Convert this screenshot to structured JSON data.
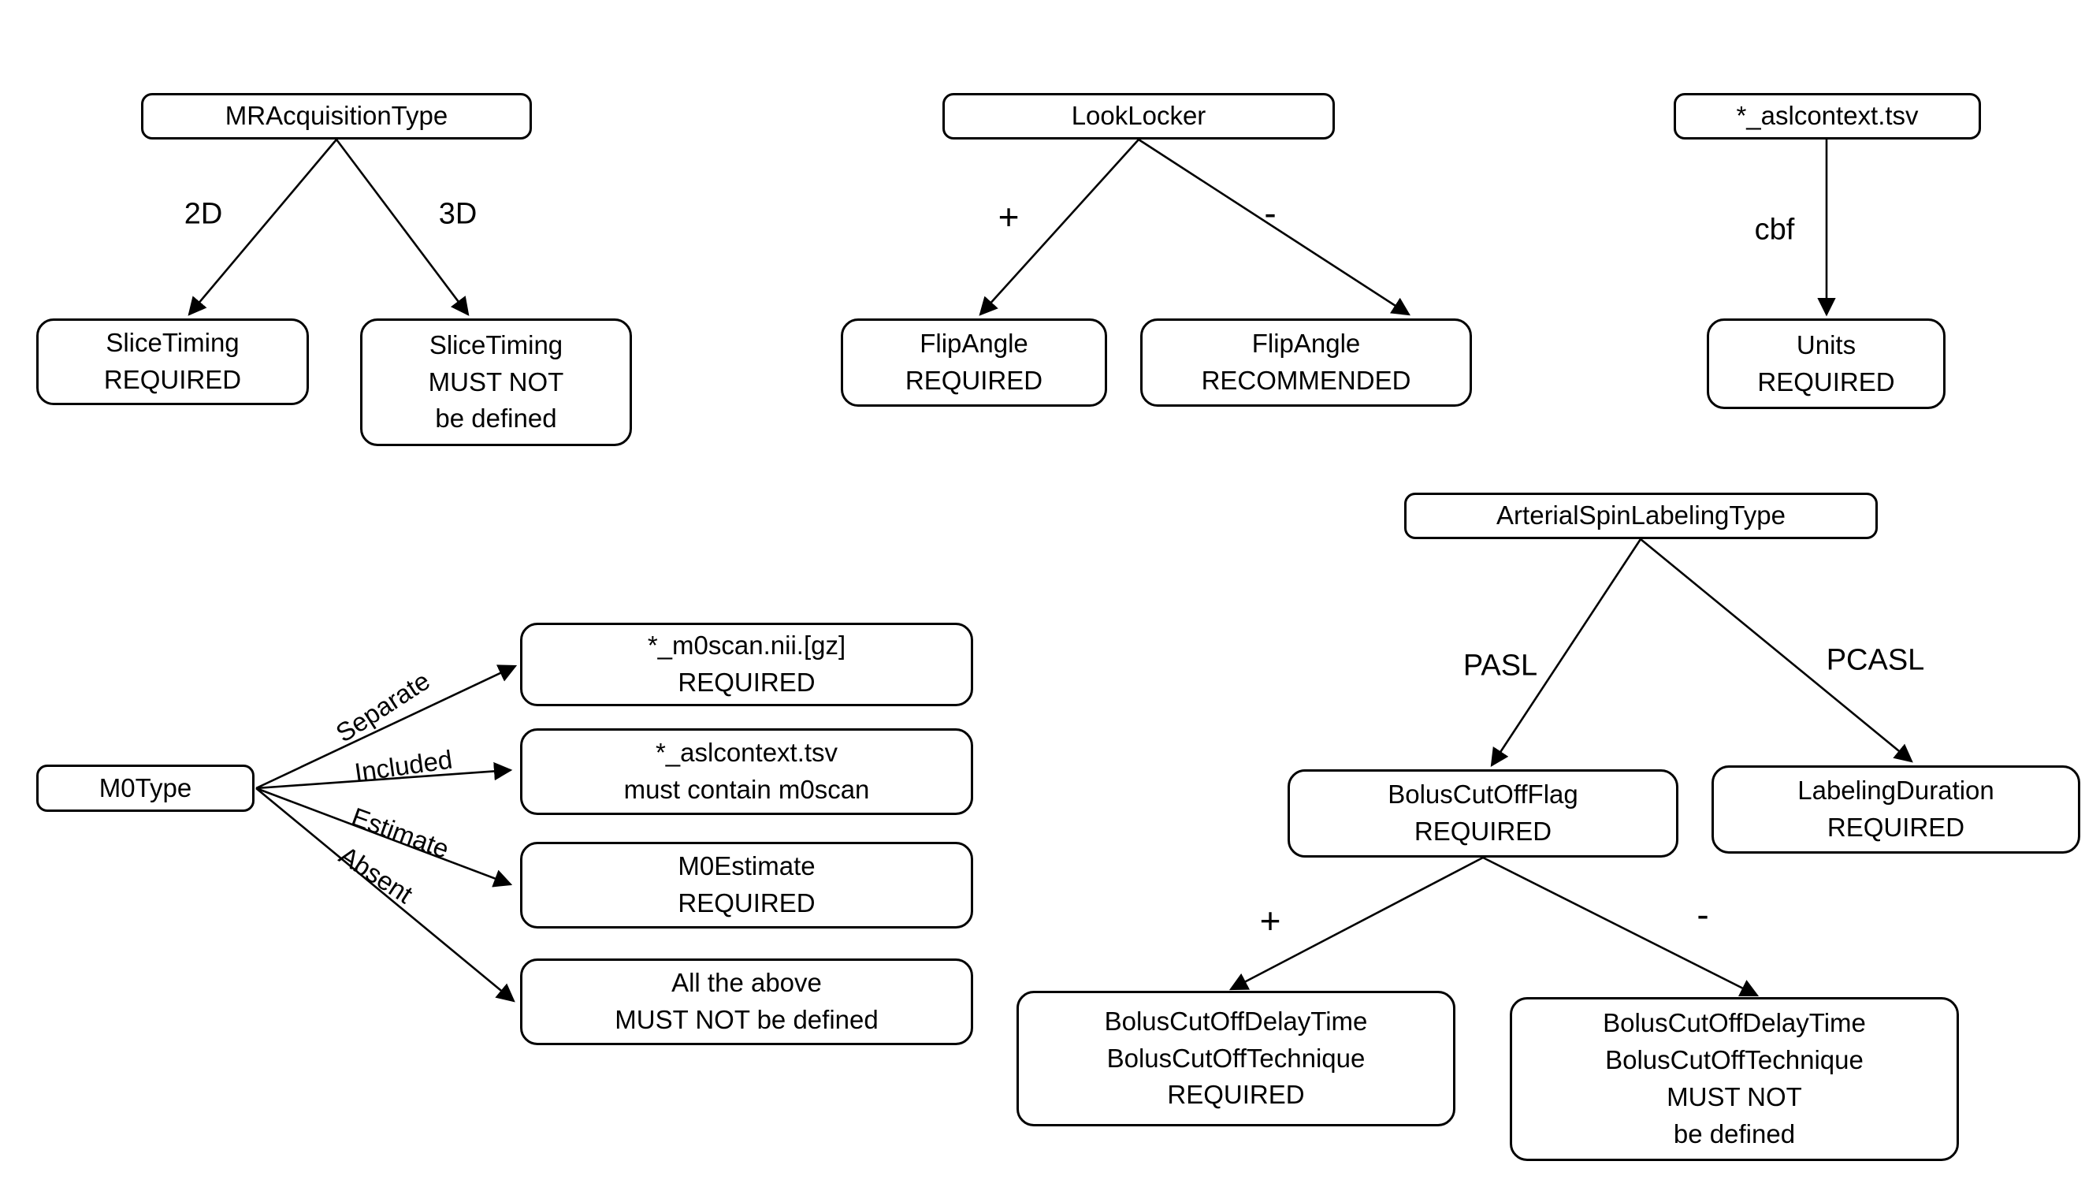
{
  "diagram": {
    "colors": {
      "background": "#ffffff",
      "line": "#000000",
      "text": "#000000"
    },
    "trees": {
      "mr_acquisition_type": {
        "root": "MRAcquisitionType",
        "edges": {
          "left": "2D",
          "right": "3D"
        },
        "children": [
          {
            "lines": [
              "SliceTiming",
              "REQUIRED"
            ]
          },
          {
            "lines": [
              "SliceTiming",
              "MUST NOT",
              "be defined"
            ]
          }
        ]
      },
      "look_locker": {
        "root": "LookLocker",
        "edges": {
          "left": "+",
          "right": "-"
        },
        "children": [
          {
            "lines": [
              "FlipAngle",
              "REQUIRED"
            ]
          },
          {
            "lines": [
              "FlipAngle",
              "RECOMMENDED"
            ]
          }
        ]
      },
      "aslcontext": {
        "root": "*_aslcontext.tsv",
        "edges": {
          "down": "cbf"
        },
        "children": [
          {
            "lines": [
              "Units",
              "REQUIRED"
            ]
          }
        ]
      },
      "m0type": {
        "root": "M0Type",
        "branches": [
          {
            "label": "Separate",
            "lines": [
              "*_m0scan.nii.[gz]",
              "REQUIRED"
            ]
          },
          {
            "label": "Included",
            "lines": [
              "*_aslcontext.tsv",
              "must contain m0scan"
            ]
          },
          {
            "label": "Estimate",
            "lines": [
              "M0Estimate",
              "REQUIRED"
            ]
          },
          {
            "label": "Absent",
            "lines": [
              "All the above",
              "MUST NOT be defined"
            ]
          }
        ]
      },
      "arterial_spin_labeling_type": {
        "root": "ArterialSpinLabelingType",
        "edges": {
          "left": "PASL",
          "right": "PCASL"
        },
        "children": [
          {
            "lines": [
              "BolusCutOffFlag",
              "REQUIRED"
            ]
          },
          {
            "lines": [
              "LabelingDuration",
              "REQUIRED"
            ]
          }
        ],
        "flag_edges": {
          "left": "+",
          "right": "-"
        },
        "flag_children": [
          {
            "lines": [
              "BolusCutOffDelayTime",
              "BolusCutOffTechnique",
              "REQUIRED"
            ]
          },
          {
            "lines": [
              "BolusCutOffDelayTime",
              "BolusCutOffTechnique",
              "MUST NOT",
              "be defined"
            ]
          }
        ]
      }
    }
  }
}
